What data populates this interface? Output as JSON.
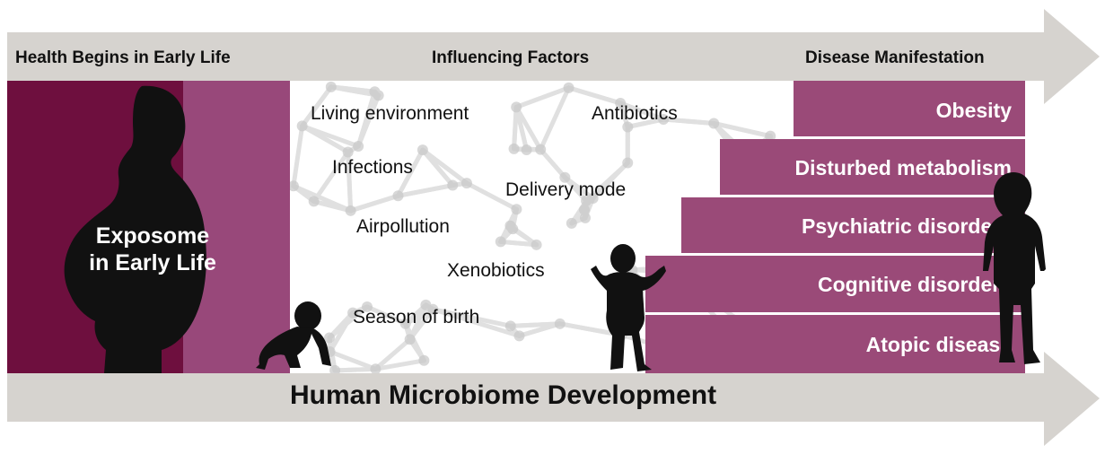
{
  "top_arrow": {
    "left_header": "Health Begins in Early Life",
    "middle_header": "Influencing Factors",
    "right_header": "Disease Manifestation"
  },
  "exposome": {
    "line1": "Exposome",
    "line2": "in Early Life"
  },
  "factors": [
    "Living environment",
    "Antibiotics",
    "Infections",
    "Delivery mode",
    "Airpollution",
    "Xenobiotics",
    "Season of birth"
  ],
  "diseases": [
    "Obesity",
    "Disturbed metabolism",
    "Psychiatric disorders",
    "Cognitive disorders",
    "Atopic disease"
  ],
  "bottom_arrow": {
    "title": "Human Microbiome Development"
  },
  "colors": {
    "arrow_gray": "#d6d3cf",
    "exposome_dark": "#6e0f3e",
    "exposome_light": "#98487a",
    "disease_purple": "#9a4a78",
    "silhouette": "#111111",
    "network_gray": "#c8c8c8"
  }
}
